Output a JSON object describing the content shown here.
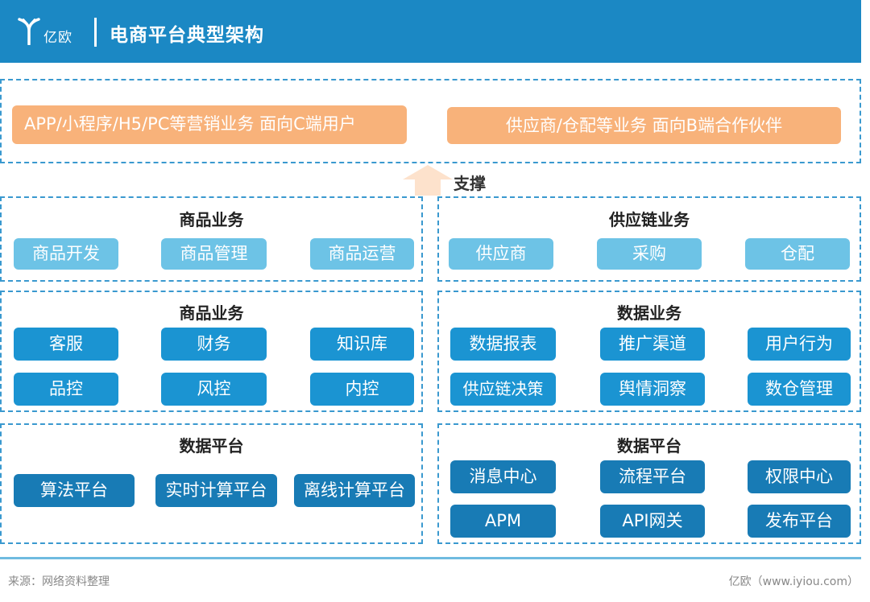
{
  "header": {
    "logo_text": "亿欧",
    "title": "电商平台典型架构"
  },
  "top": {
    "c_business": "APP/小程序/H5/PC等营销业务  面向C端用户",
    "b_business": "供应商/仓配等业务  面向B端合作伙伴"
  },
  "support_label": "支撑",
  "row1": {
    "left_title": "商品业务",
    "left_items": [
      "商品开发",
      "商品管理",
      "商品运营"
    ],
    "right_title": "供应链业务",
    "right_items": [
      "供应商",
      "采购",
      "仓配"
    ]
  },
  "row2": {
    "left_title": "商品业务",
    "left_items": [
      "客服",
      "财务",
      "知识库",
      "品控",
      "风控",
      "内控"
    ],
    "right_title": "数据业务",
    "right_items": [
      "数据报表",
      "推广渠道",
      "用户行为",
      "供应链决策",
      "舆情洞察",
      "数仓管理"
    ]
  },
  "row3": {
    "left_title": "数据平台",
    "left_items": [
      "算法平台",
      "实时计算平台",
      "离线计算平台"
    ],
    "right_title": "数据平台",
    "right_items": [
      "消息中心",
      "流程平台",
      "权限中心",
      "APM",
      "API网关",
      "发布平台"
    ]
  },
  "footer": {
    "source": "来源：网络资料整理",
    "site": "亿欧（www.iyiou.com）"
  },
  "colors": {
    "header": "#1b88c4",
    "orange": "#f8b27a",
    "light_blue": "#6dc3e6",
    "mid_blue": "#1b94d2",
    "dark_blue": "#187bb5",
    "dash": "#3a99cf"
  }
}
